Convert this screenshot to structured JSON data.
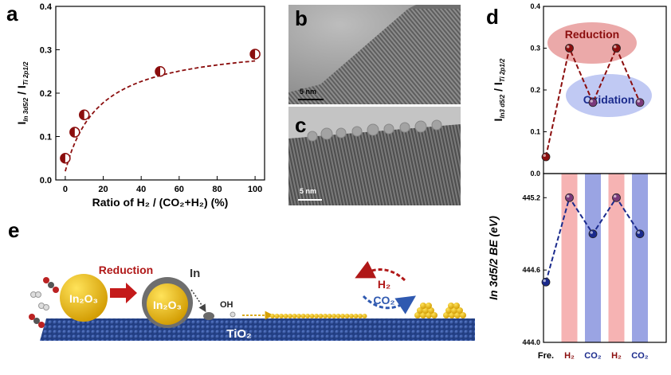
{
  "panel_letters": {
    "a": "a",
    "b": "b",
    "c": "c",
    "d": "d",
    "e": "e"
  },
  "colors": {
    "dark_red": "#8b0e0e",
    "navy": "#1a2a8c",
    "purple_point": "#7a3a7a",
    "reduction_fill": "#e9a0a0",
    "oxidation_fill": "#b9c3f2",
    "h2_band": "#f6b3b3",
    "co2_band": "#9aa4e3",
    "gold": "#e8b400",
    "tio2_blue": "#2b4f9c"
  },
  "chart_data": [
    {
      "id": "a",
      "type": "scatter",
      "title": "",
      "xlabel": "Ratio of H₂ / (CO₂+H₂) (%)",
      "ylabel_main": "I",
      "ylabel_sub1": "In 3d5/2",
      "ylabel_sep": " / I",
      "ylabel_sub2": "Ti 2p1/2",
      "x_ticks": [
        "0",
        "20",
        "40",
        "60",
        "80",
        "100"
      ],
      "y_ticks": [
        "0.0",
        "0.1",
        "0.2",
        "0.3",
        "0.4"
      ],
      "xlim": [
        -5,
        105
      ],
      "ylim": [
        0,
        0.4
      ],
      "x": [
        0,
        5,
        10,
        50,
        100
      ],
      "y": [
        0.05,
        0.11,
        0.15,
        0.25,
        0.29
      ],
      "fit_line": "dashed"
    },
    {
      "id": "d_top",
      "type": "line",
      "title": "",
      "ylabel_main": "I",
      "ylabel_sub1": "In3 d5/2",
      "ylabel_sep": " / I",
      "ylabel_sub2": "Ti 2p1/2",
      "y_ticks": [
        "0.0",
        "0.1",
        "0.2",
        "0.3",
        "0.4"
      ],
      "ylim": [
        0,
        0.4
      ],
      "x": [
        0,
        1,
        2,
        3,
        4
      ],
      "y": [
        0.04,
        0.3,
        0.17,
        0.3,
        0.17
      ],
      "annotations": [
        "Reduction",
        "Oxidation"
      ]
    },
    {
      "id": "d_bottom",
      "type": "line",
      "title": "",
      "ylabel": "In 3d5/2 BE (eV)",
      "y_ticks": [
        "444.0",
        "444.6",
        "445.2"
      ],
      "ylim": [
        444.0,
        445.4
      ],
      "categories": [
        "Fre.",
        "H₂",
        "CO₂",
        "H₂",
        "CO₂"
      ],
      "x": [
        0,
        1,
        2,
        3,
        4
      ],
      "y": [
        444.5,
        445.2,
        444.9,
        445.2,
        444.9
      ],
      "bands": [
        "H₂",
        "CO₂",
        "H₂",
        "CO₂"
      ]
    }
  ],
  "tem": {
    "b_scale": "5 nm",
    "c_scale": "5 nm"
  },
  "schematic": {
    "in2o3_left": "In₂O₃",
    "in2o3_right": "In₂O₃",
    "reduction": "Reduction",
    "in_label": "In",
    "oh_label": "OH",
    "tio2": "TiO₂",
    "h2": "H₂",
    "co2": "CO₂"
  }
}
